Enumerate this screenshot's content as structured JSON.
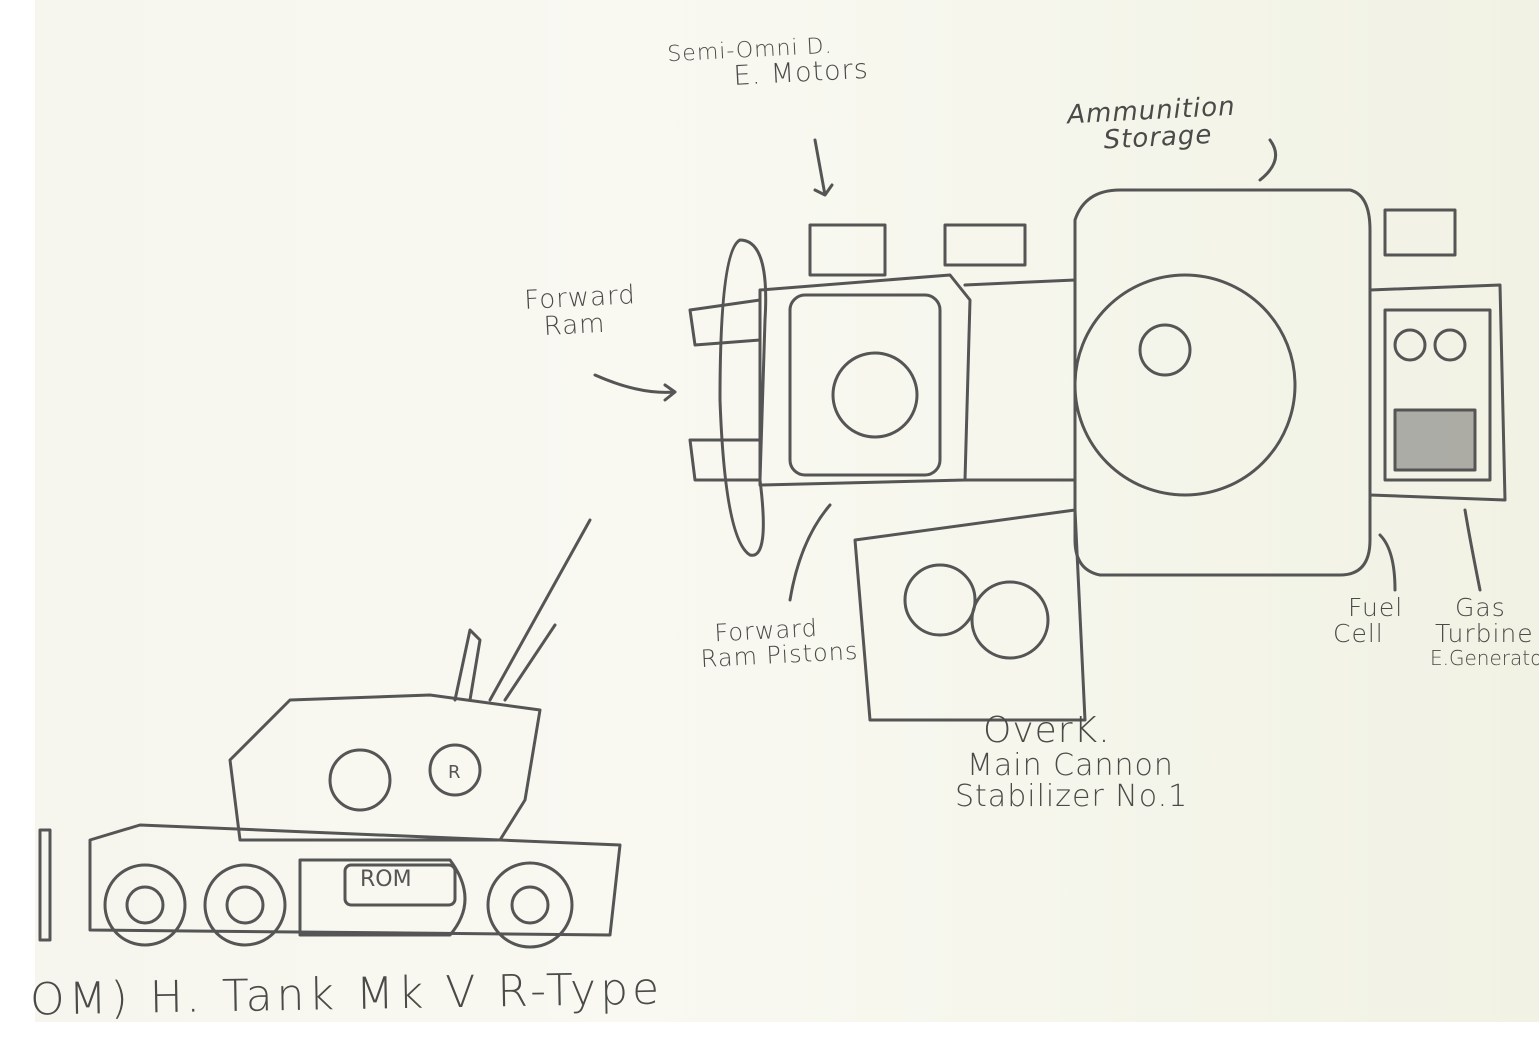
{
  "labels": {
    "motors": [
      "Semi-Omni D.",
      "E. Motors"
    ],
    "ammo": [
      "Ammunition",
      "Storage"
    ],
    "ram": [
      "Forward",
      "Ram"
    ],
    "pistons": [
      "Forward",
      "Ram Pistons"
    ],
    "cannon": [
      "OverK.",
      "Main Cannon",
      "Stabilizer No.1"
    ],
    "fuel": [
      "Fuel",
      "Cell"
    ],
    "turbine": [
      "Gas",
      "Turbine",
      "E.Generator"
    ]
  },
  "title": "OM) H. Tank Mk V R-Type",
  "side_badge": "R",
  "side_plate": "ROM",
  "colors": {
    "paper": "#f7f7ef",
    "pencil": "#4a4a48"
  }
}
